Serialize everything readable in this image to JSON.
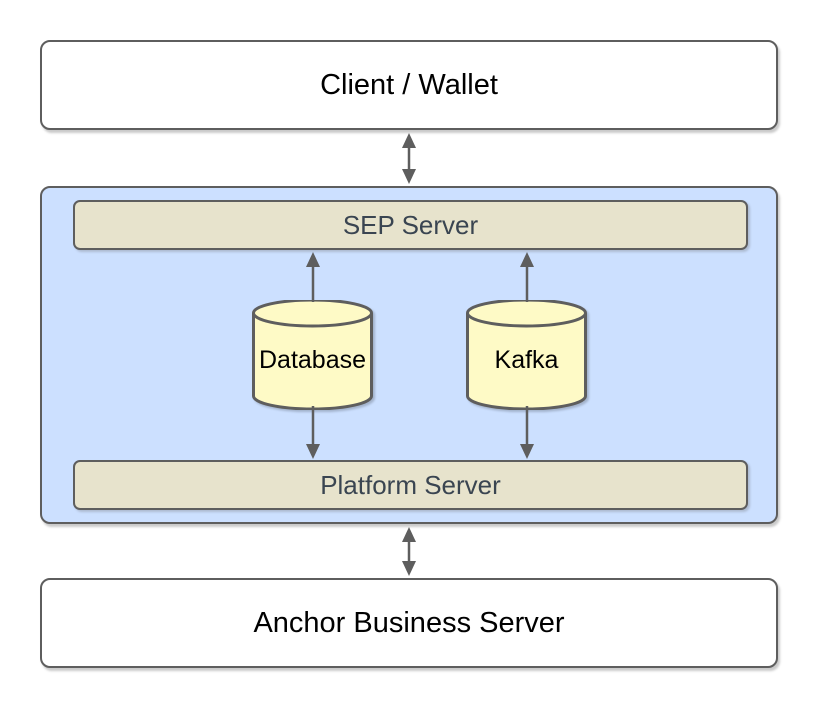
{
  "nodes": {
    "client": {
      "label": "Client / Wallet"
    },
    "sep_server": {
      "label": "SEP Server"
    },
    "database": {
      "label": "Database"
    },
    "kafka": {
      "label": "Kafka"
    },
    "platform_server": {
      "label": "Platform Server"
    },
    "anchor": {
      "label": "Anchor Business Server"
    }
  },
  "edges": [
    {
      "from": "client",
      "to": "middleware-container",
      "direction": "both"
    },
    {
      "from": "database",
      "to": "sep_server",
      "direction": "up"
    },
    {
      "from": "kafka",
      "to": "sep_server",
      "direction": "up"
    },
    {
      "from": "database",
      "to": "platform_server",
      "direction": "down"
    },
    {
      "from": "kafka",
      "to": "platform_server",
      "direction": "down"
    },
    {
      "from": "middleware-container",
      "to": "anchor",
      "direction": "both"
    }
  ],
  "colors": {
    "container_fill": "#cce0ff",
    "server_bar_fill": "#e7e3cc",
    "cylinder_fill": "#fefac6",
    "box_fill": "#ffffff",
    "stroke": "#5e5e5e",
    "arrow": "#5e5e5e",
    "server_bar_text": "#3a4551",
    "text": "#000000"
  }
}
